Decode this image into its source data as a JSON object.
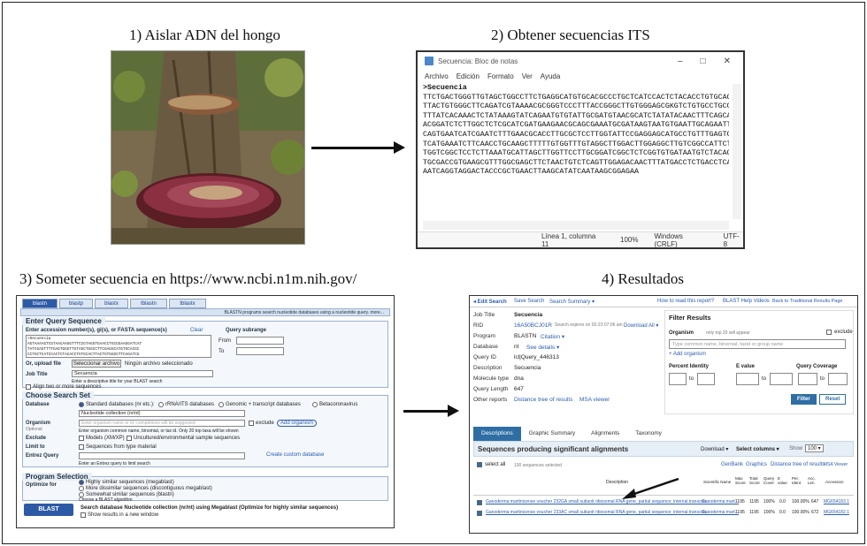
{
  "steps": {
    "s1": "1) Aislar ADN del hongo",
    "s2": "2) Obtener secuencias ITS",
    "s3": "3) Someter secuencia en https://www.ncbi.n1m.nih.gov/",
    "s4": "4) Resultados"
  },
  "notepad": {
    "title": "Secuencia: Bloc de notas",
    "controls": [
      "–",
      "□",
      "✕"
    ],
    "menu": [
      "Archivo",
      "Edición",
      "Formato",
      "Ver",
      "Ayuda"
    ],
    "header": ">Secuencia",
    "lines": [
      "TTCTGACTGGGTTGTAGCTGGCCTTCTGAGGCATGTGCACGCCCTGCTCATCCACTCTACACCTGTGCAC",
      "TTACTGTGGGCTTCAGATCGTAAAACGCGGGTCCCTTTACCGGGCTTGTGGGAGCGKGTCTGTGCCTGCG",
      "TTTATCACAAACTCTATAAAGTATCAGAATGTGTATTGCGATGTAACGCATCTATATACAACTTTCAGCA",
      "ACGGATCTCTTGGCTCTCGCATCGATGAAGAACGCAGCGAAATGCGATAAGTAATGTGAATTGCAGAATT",
      "CAGTGAATCATCGAATCTTTGAACGCACCTTGCGCTCCTTGGTATTCCGAGGAGCATGCCTGTTTGAGTG",
      "TCATGAAATCTTCAACCTGCAAGCTTTTTGTGGTTTGTAGGCTTGGACTTGGAGGCTTGTCGGCCATTCT",
      "TGGTCGGCTCCTCTTAAATGCATTAGCTTGGTTCCTTGCGGATCGGCTCTCGGTGTGATAATGTCTACAC",
      "TGCGACCGTGAAGCGTTTGGCGAGCTTCTAACTGTCTCAGTTGGAGACAACTTTATGACCTCTGACCTCA",
      "AATCAGGTAGGACTACCCGCTGAACTTAAGCATATCAATAAGCGGAGAA"
    ],
    "status": [
      "Línea 1, columna 11",
      "100%",
      "Windows (CRLF)",
      "UTF-8"
    ]
  },
  "ncbi": {
    "tabs": [
      "blastn",
      "blastp",
      "blastx",
      "tblastn",
      "tblastx"
    ],
    "banner": "BLASTN programs search nucleotide databases using a nucleotide query. more...",
    "enter_query": "Enter Query Sequence",
    "accession_label": "Enter accession number(s), gi(s), or FASTA sequence(s)",
    "clear": "Clear",
    "subrange": "Query subrange",
    "from": "From",
    "to": "To",
    "seq_preview": [
      ">Secuencia",
      "AGTAAAAGTCGTAACAAGGTTTCCGTAGGTGAACCTGCGGAAGGATCAT",
      "TATCGAGTTTTGAGTGGGTTGTAGCTGGCCTTCGAGGCATGTGCACGC",
      "CCTGCTCATCCACTCTACACCTGTGCACTTACTGTGGGCTTCAGATCG"
    ],
    "upload_label": "Or, upload file",
    "choose_file": "Seleccionar archivo",
    "no_file": "Ningún archivo seleccionado",
    "job_title_label": "Job Title",
    "job_title_value": "Secuencia",
    "job_hint": "Enter a descriptive title for your BLAST search",
    "align_two": "Align two or more sequences",
    "choose_search": "Choose Search Set",
    "database_label": "Database",
    "db_options": [
      "Standard databases (nr etc.):",
      "rRNA/ITS databases",
      "Genomic + transcript databases",
      "Betacoronavirus"
    ],
    "db_select": "Nucleotide collection (nr/nt)",
    "organism_label": "Organism",
    "optional": "Optional",
    "organism_placeholder": "Enter organism name or id--completions will be suggested",
    "exclude": "exclude",
    "add_organism": "Add organism",
    "organism_hint": "Enter organism common name, binomial, or tax id. Only 20 top taxa will be shown",
    "exclude_label": "Exclude",
    "models": "Models (XM/XP)",
    "uncultured": "Uncultured/environmental sample sequences",
    "limit_label": "Limit to",
    "type_material": "Sequences from type material",
    "entrez_label": "Entrez Query",
    "create_custom": "Create custom database",
    "entrez_hint": "Enter an Entrez query to limit search",
    "program_selection": "Program Selection",
    "optimize_label": "Optimize for",
    "opt1": "Highly similar sequences (megablast)",
    "opt2": "More dissimilar sequences (discontiguous megablast)",
    "opt3": "Somewhat similar sequences (blastn)",
    "opt_hint": "Choose a BLAST algorithm",
    "blast_button": "BLAST",
    "search_db": "Search database Nucleotide collection (nr/nt) using Megablast (Optimize for highly similar sequences)",
    "show_results": "Show results in a new window"
  },
  "results": {
    "top": [
      "◂ Edit Search",
      "Save Search",
      "Search Summary ▾",
      "How to read this report?",
      "BLAST Help Videos",
      "Back to Traditional Results Page"
    ],
    "fields": [
      {
        "k": "Job Title",
        "v": "Secuencia"
      },
      {
        "k": "RID",
        "v": "16A50BCJ01R",
        "note": "Search expires on 02-23 07:06 am",
        "link": "Download All ▾"
      },
      {
        "k": "Program",
        "v": "BLASTN",
        "link": "Citation ▾"
      },
      {
        "k": "Database",
        "v": "nt",
        "link": "See details ▾"
      },
      {
        "k": "Query ID",
        "v": "lcl|Query_446313"
      },
      {
        "k": "Description",
        "v": "Secuencia"
      },
      {
        "k": "Molecule type",
        "v": "dna"
      },
      {
        "k": "Query Length",
        "v": "647"
      },
      {
        "k": "Other reports",
        "v": "Distance tree of results",
        "link": "MSA viewer"
      }
    ],
    "filter_title": "Filter Results",
    "organism": "Organism",
    "org_note": "only top 20 will appear",
    "exclude": "exclude",
    "org_placeholder": "Type common name, binomial, taxid or group name",
    "add_org": "+ Add organism",
    "percent_identity": "Percent Identity",
    "evalue": "E value",
    "query_coverage": "Query Coverage",
    "to": "to",
    "filter_btn": "Filter",
    "reset_btn": "Reset",
    "tabs": [
      "Descriptions",
      "Graphic Summary",
      "Alignments",
      "Taxonomy"
    ],
    "seq_title": "Sequences producing significant alignments",
    "download": "Download ▾",
    "select_columns": "Select columns ▾",
    "show": "Show",
    "show_val": "100 ▾",
    "select_all": "select all",
    "selected": "100 sequences selected",
    "links": [
      "GenBank",
      "Graphics",
      "Distance tree of results",
      "MSA Viewer"
    ],
    "headers": [
      "Description",
      "Scientific Name",
      "Max Score",
      "Total Score",
      "Query Cover",
      "E value",
      "Per. Ident",
      "Acc. Len",
      "Accession"
    ],
    "rows": [
      {
        "desc": "Ganoderma martinicense voucher 232GA small subunit ribosomal RNA gene, partial sequence; internal transcrib...",
        "sci": "Ganoderma mart...",
        "max": "1195",
        "tot": "1195",
        "qc": "100%",
        "ev": "0.0",
        "pi": "100.00%",
        "len": "647",
        "acc": "MG654183.1"
      },
      {
        "desc": "Ganoderma martinicense voucher 233AC small subunit ribosomal RNA gene, partial sequence; internal transcrib...",
        "sci": "Ganoderma mart...",
        "max": "1195",
        "tot": "1195",
        "qc": "100%",
        "ev": "0.0",
        "pi": "100.00%",
        "len": "672",
        "acc": "MG654182.1"
      }
    ]
  }
}
